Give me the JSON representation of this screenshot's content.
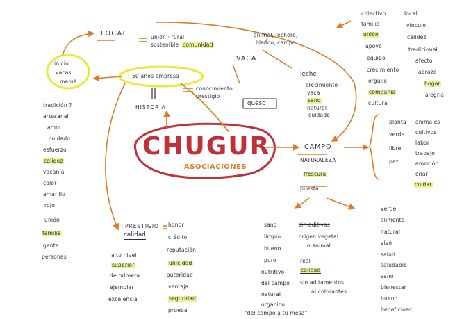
{
  "center": {
    "title": "CHUGUR",
    "subtitle": "ASOCIACIONES"
  },
  "local": {
    "label": "LOCAL",
    "note_lines": [
      "unión · rural",
      "sostenible",
      "comunidad"
    ],
    "words_col1": [
      "colectivo",
      "familia",
      "unión",
      "apoyo",
      "equipo",
      "crecimiento",
      "orgullo",
      "compañía",
      "cultura"
    ],
    "words_col2": [
      "local",
      "vínculo",
      "calidez",
      "tradicional",
      "afecto",
      "abrazo",
      "hogar",
      "alegría"
    ]
  },
  "inicio": {
    "lines": [
      "inicio :",
      "vacas",
      "mamá"
    ],
    "words": [
      "tradición ?",
      "artesanal",
      "amor",
      "cuidado",
      "esfuerzo",
      "calidez",
      "vacanía",
      "calor",
      "amarillo",
      "rojo",
      "unión",
      "familia",
      "gente",
      "personas"
    ]
  },
  "anos": {
    "label": "50 años empresa",
    "note_lines": [
      "conocimiento",
      "prestigio"
    ]
  },
  "historia": {
    "label": "HISTORIA"
  },
  "vaca": {
    "label": "VACA",
    "note_lines": [
      "animal, lechero,",
      "blanco, campo"
    ],
    "leche": "leche",
    "leche_items": [
      "crecimiento",
      "vaca",
      "sano",
      "natural",
      "cuidado"
    ],
    "queso": "queso"
  },
  "campo": {
    "label": "CAMPO",
    "items": [
      "NATURALEZA",
      "frescura",
      "puesta"
    ],
    "col1": [
      "planta",
      "verde",
      "libre",
      "paz"
    ],
    "col2": [
      "animales",
      "cultivos",
      "labor",
      "trabajo",
      "emoción",
      "criar",
      "cuidar"
    ]
  },
  "prestigio": {
    "label": "PRESTIGIO",
    "calidad": "calidad",
    "col1": [
      "alto nivel",
      "superior",
      "de primera",
      "ejemplar",
      "excelencia"
    ],
    "col2": [
      "honor",
      "crédito",
      "reputación",
      "unicidad",
      "autoridad",
      "ventaja",
      "seguridad",
      "prueba"
    ]
  },
  "bottom_mid": {
    "col1": [
      "sano",
      "limpio",
      "bueno",
      "puro",
      "nutritivo",
      "del campo",
      "natural",
      "orgánico"
    ],
    "col2": [
      "origen vegetal",
      "o animal",
      "real",
      "calidad",
      "sin aditamentos",
      "ni colorantes"
    ],
    "struck": "sin aditivos",
    "quote": "\"del campo a tu mesa\""
  },
  "bottom_right": [
    "verde",
    "alimento",
    "natural",
    "vivo",
    "salud",
    "saludable",
    "sano",
    "bienestar",
    "bueno",
    "beneficioso"
  ],
  "colors": {
    "ink": "#2a2f3a",
    "accent": "#e07a2a",
    "red": "#c0303a",
    "highlight": "#dee83c"
  }
}
